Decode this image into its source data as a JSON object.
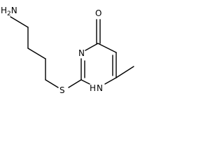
{
  "molecule": {
    "atoms": {
      "amine": "H2N",
      "amine_h": "H",
      "amine_sub": "2",
      "amine_n": "N",
      "sulfur": "S",
      "ring_n_top": "N",
      "ring_nh": "H",
      "ring_nh_n": "N",
      "carbonyl_o": "O"
    }
  }
}
